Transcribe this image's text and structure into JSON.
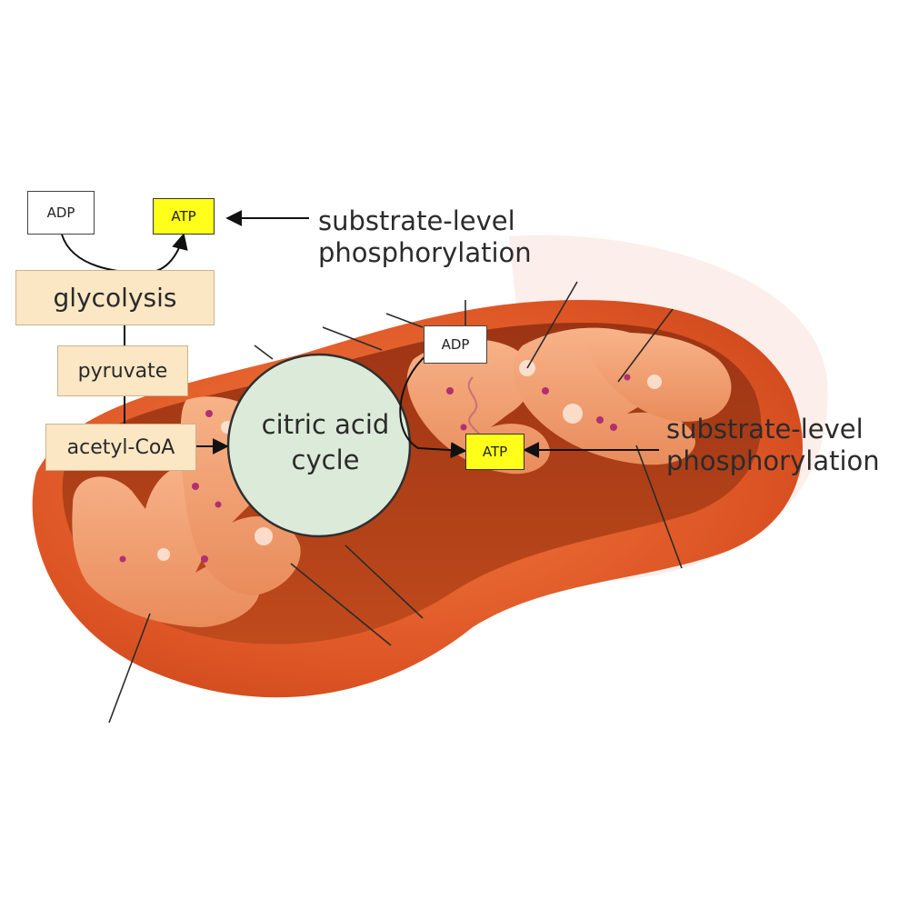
{
  "pathway": {
    "adp_top": "ADP",
    "atp_top": "ATP",
    "glycolysis": "glycolysis",
    "pyruvate": "pyruvate",
    "acetyl_coa": "acetyl-CoA",
    "citric_acid_cycle": [
      "citric acid",
      "cycle"
    ],
    "adp_inner": "ADP",
    "atp_inner": "ATP"
  },
  "annotations": {
    "top_label": [
      "substrate-level",
      "phosphorylation"
    ],
    "right_label": [
      "substrate-level",
      "phosphorylation"
    ]
  },
  "colors": {
    "outer_membrane": "#e05a26",
    "inner_membrane": "#a23a14",
    "cristae": "#f2a277",
    "atp_highlight": "#ffff1a",
    "step_box": "#fbe7c4",
    "cycle_fill": "#dcebd9"
  }
}
